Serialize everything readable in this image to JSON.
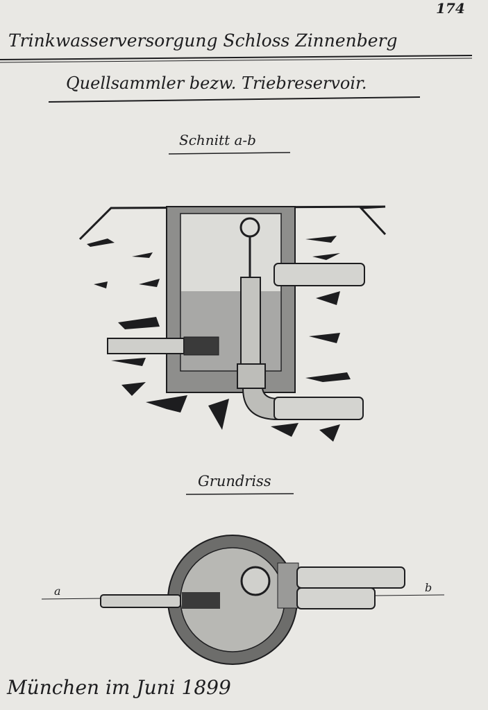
{
  "drawing": {
    "title": "Trinkwasserversorgung Schloss Zinnenberg",
    "subtitle": "Quellsammler bezw. Triebreservoir.",
    "page_number": "174",
    "section_label": "Schnitt a-b",
    "plan_label": "Grundriss",
    "axis_point_a": "a",
    "axis_point_b": "b",
    "signature": "München im Juni 1899"
  },
  "colors": {
    "paper": "#e9e8e4",
    "ink": "#1d1d1f",
    "wash": "#9a9a98"
  }
}
